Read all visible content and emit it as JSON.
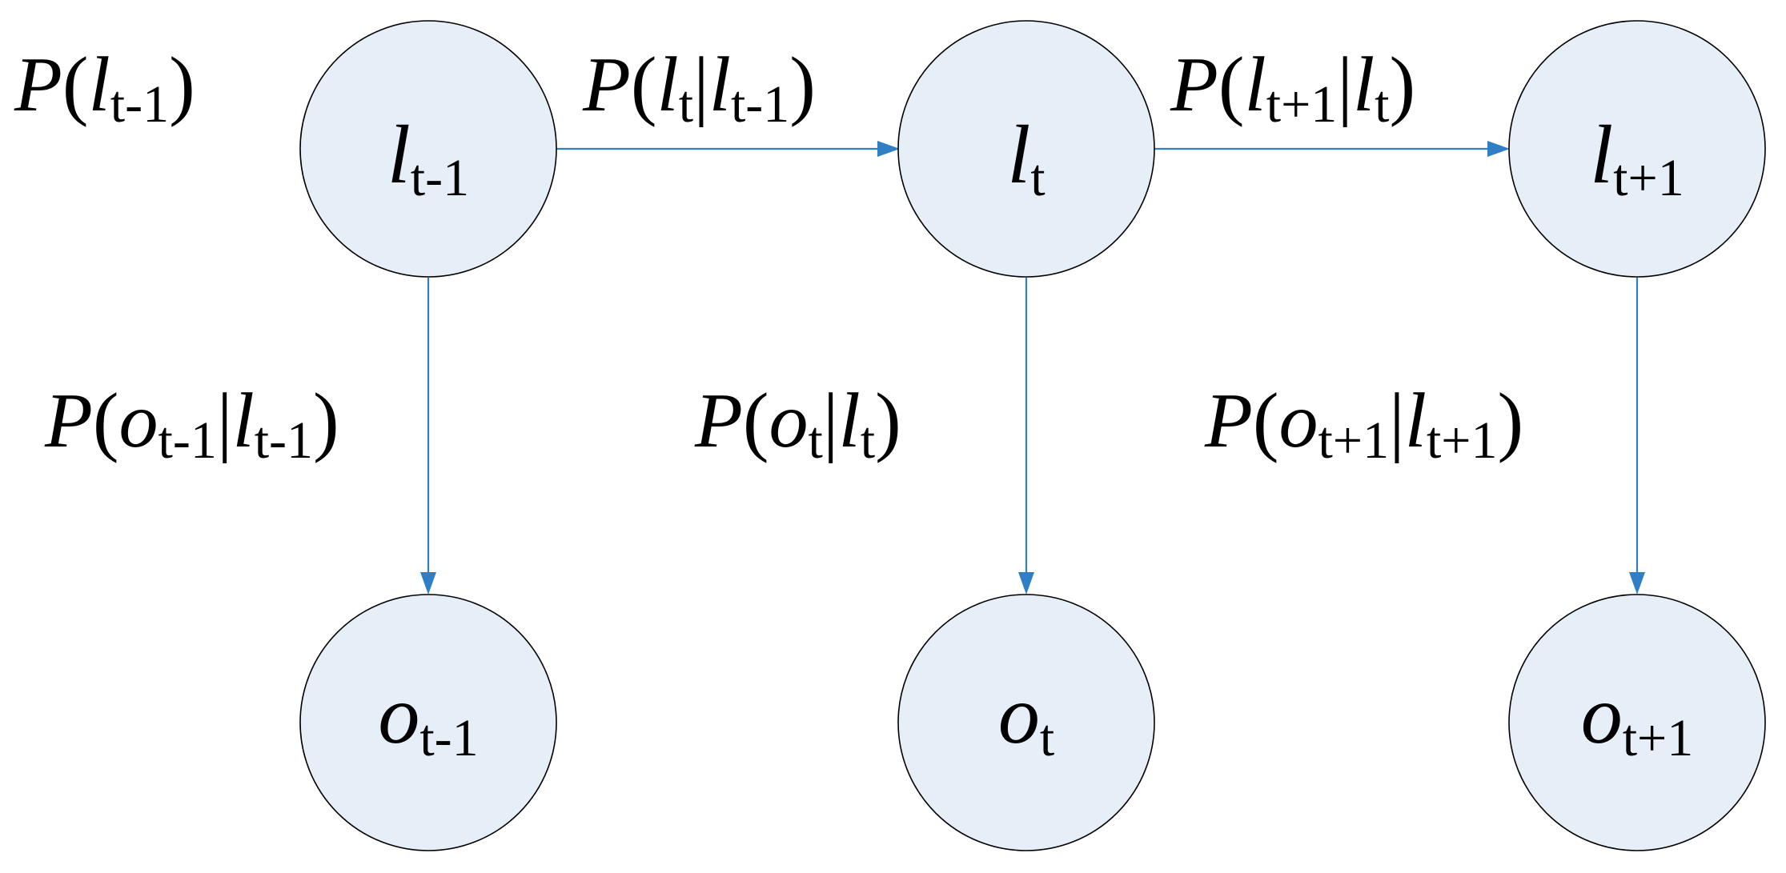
{
  "colors": {
    "node_fill": "#e6eef7",
    "node_stroke": "#000000",
    "edge": "#2f7ec6"
  },
  "nodes": {
    "l_prev": {
      "var": "l",
      "sub": "t-1"
    },
    "l_curr": {
      "var": "l",
      "sub": "t"
    },
    "l_next": {
      "var": "l",
      "sub": "t+1"
    },
    "o_prev": {
      "var": "o",
      "sub": "t-1"
    },
    "o_curr": {
      "var": "o",
      "sub": "t"
    },
    "o_next": {
      "var": "o",
      "sub": "t+1"
    }
  },
  "labels": {
    "prior": {
      "P": "P",
      "open": "(",
      "v1": "l",
      "s1": "t-1",
      "close": ")"
    },
    "trans_prev_curr": {
      "P": "P",
      "open": "(",
      "v1": "l",
      "s1": "t",
      "bar": "|",
      "v2": "l",
      "s2": "t-1",
      "close": ")"
    },
    "trans_curr_next": {
      "P": "P",
      "open": "(",
      "v1": "l",
      "s1": "t+1",
      "bar": "|",
      "v2": "l",
      "s2": "t",
      "close": ")"
    },
    "emit_prev": {
      "P": "P",
      "open": "(",
      "v1": "o",
      "s1": "t-1",
      "bar": "|",
      "v2": "l",
      "s2": "t-1",
      "close": ")"
    },
    "emit_curr": {
      "P": "P",
      "open": "(",
      "v1": "o",
      "s1": "t",
      "bar": "|",
      "v2": "l",
      "s2": "t",
      "close": ")"
    },
    "emit_next": {
      "P": "P",
      "open": "(",
      "v1": "o",
      "s1": "t+1",
      "bar": "|",
      "v2": "l",
      "s2": "t+1",
      "close": ")"
    }
  }
}
